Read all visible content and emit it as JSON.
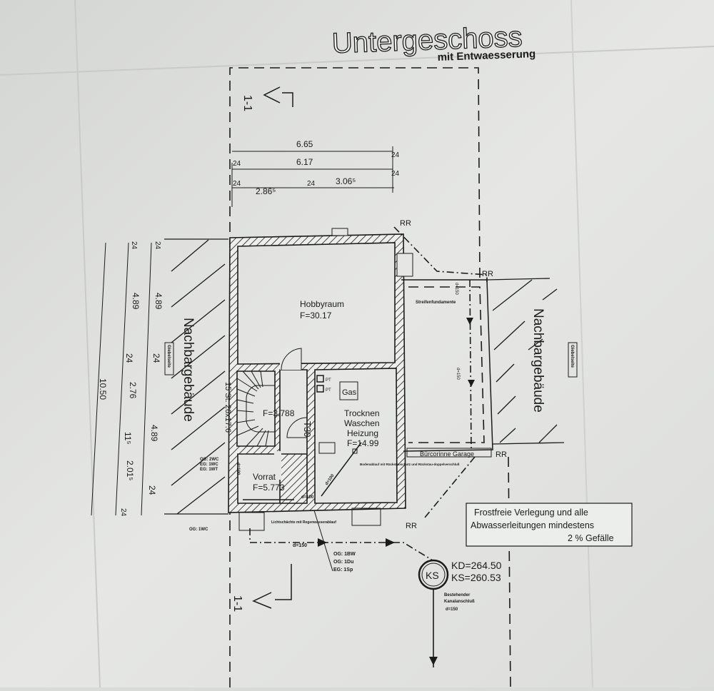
{
  "title": "Untergeschoss",
  "subtitle": "mit Entwaesserung",
  "section_marker": "1-1",
  "top_dimensions": {
    "overall": "6.65",
    "inner": "6.17",
    "left_part": "2.86⁵",
    "right_part": "3.06⁵",
    "wall": "24"
  },
  "left_dimensions": {
    "total": "10.50",
    "col1": [
      "4.89",
      "24",
      "2.76",
      "11⁵",
      "2.01⁵",
      "24"
    ],
    "col2": [
      "4.89",
      "24",
      "4.89",
      "24"
    ],
    "top_wall": "24"
  },
  "rooms": {
    "hobby": {
      "name": "Hobbyraum",
      "area": "F=30.17"
    },
    "stair": {
      "area": "F=3.788",
      "steps": "15 St. 26x17.6"
    },
    "door": "T30",
    "utility": {
      "line1": "Trocknen",
      "line2": "Waschen",
      "line3": "Heizung",
      "area": "F=14.99"
    },
    "storage": {
      "name": "Vorrat",
      "area": "F=5.773"
    },
    "gas": "Gas",
    "pt1": "PT",
    "pt2": "PT"
  },
  "neighbors": {
    "left": "Nachbargebäude",
    "right": "Nachbargebäude",
    "gable_label": "Giebelseite"
  },
  "labels": {
    "strip_foundation": "Streifenfundamente",
    "garage_wall": "Bürcorinne Garage",
    "light_well": "Lichtschächte mit Regenwasserablauf",
    "floor_drain": "Bodenablauf mit Rückstauschutz und Rückstau-doppelverschluß",
    "rr": "RR",
    "d150": "d=150",
    "d100": "d=100",
    "og_wc": "OG: 1WC",
    "stack_left": [
      "OG: 2WC",
      "EG: 1WC",
      "EG: 1WT"
    ],
    "stack_bottom": [
      "OG: 1BW",
      "OG: 1Du",
      "EG: 1Sp"
    ],
    "ks": "KS",
    "kd_level": "KD=264.50",
    "ks_level": "KS=260.53",
    "existing_1": "Bestehender",
    "existing_2": "Kanalanschluß",
    "existing_d": "d=150"
  },
  "note": {
    "line1": "Frostfreie Verlegung und alle",
    "line2": "Abwasserleitungen mindestens",
    "line3": "2 % Gefälle"
  }
}
